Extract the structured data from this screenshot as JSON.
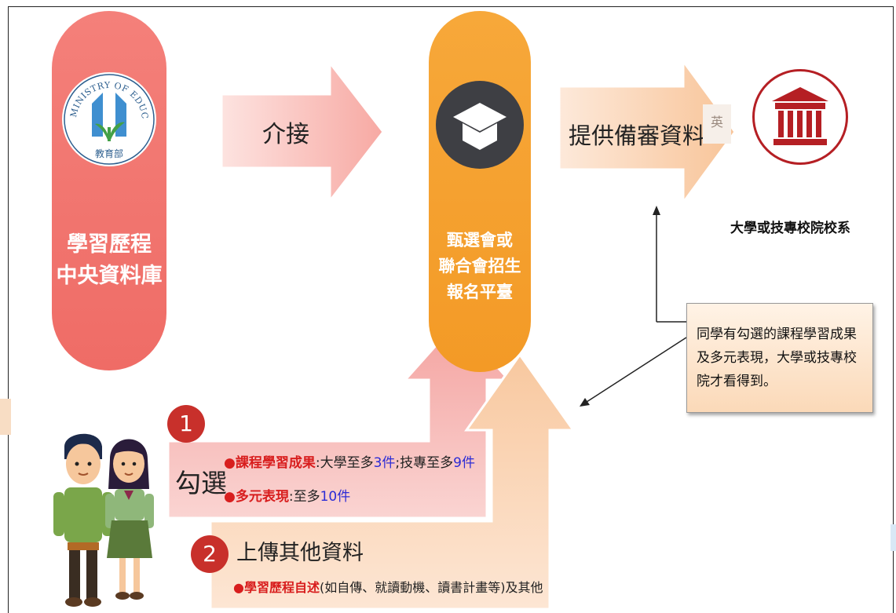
{
  "left_pillar": {
    "logo_ring_text": "MINISTRY OF EDUCATION",
    "logo_bottom_text": "教育部",
    "title_lines": [
      "學習歷程",
      "中央資料庫"
    ]
  },
  "arrow_connect": {
    "label": "介接"
  },
  "center_pillar": {
    "title_lines": [
      "甄選會或",
      "聯合會招生",
      "報名平臺"
    ]
  },
  "arrow_provide": {
    "label": "提供備審資料",
    "badge": "英"
  },
  "university": {
    "label": "大學或技專校院校系"
  },
  "note": {
    "lines": [
      "同學有勾選的課程學習成果",
      "及多元表現，大學或技專校",
      "院才看得到。"
    ]
  },
  "step1": {
    "number": "1",
    "label": "勾選",
    "item1": {
      "bullet": "●",
      "name": "課程學習成果",
      "t1": ":大學至多",
      "n1": "3件",
      "t2": ";技專至多",
      "n2": "9件"
    },
    "item2": {
      "bullet": "●",
      "name": "多元表現",
      "t1": ":至多",
      "n1": "10件"
    }
  },
  "step2": {
    "number": "2",
    "label": "上傳其他資料",
    "item": {
      "bullet": "●",
      "name": "學習歷程自述",
      "rest": "(如自傳、就讀動機、讀書計畫等)及其他"
    }
  },
  "colors": {
    "red_pillar": "#ef6c66",
    "orange_pillar": "#f39a26",
    "university_red": "#b51f24",
    "step_circle": "#c8302b",
    "highlight_red": "#d81e1e",
    "highlight_blue": "#2b2bd6"
  }
}
